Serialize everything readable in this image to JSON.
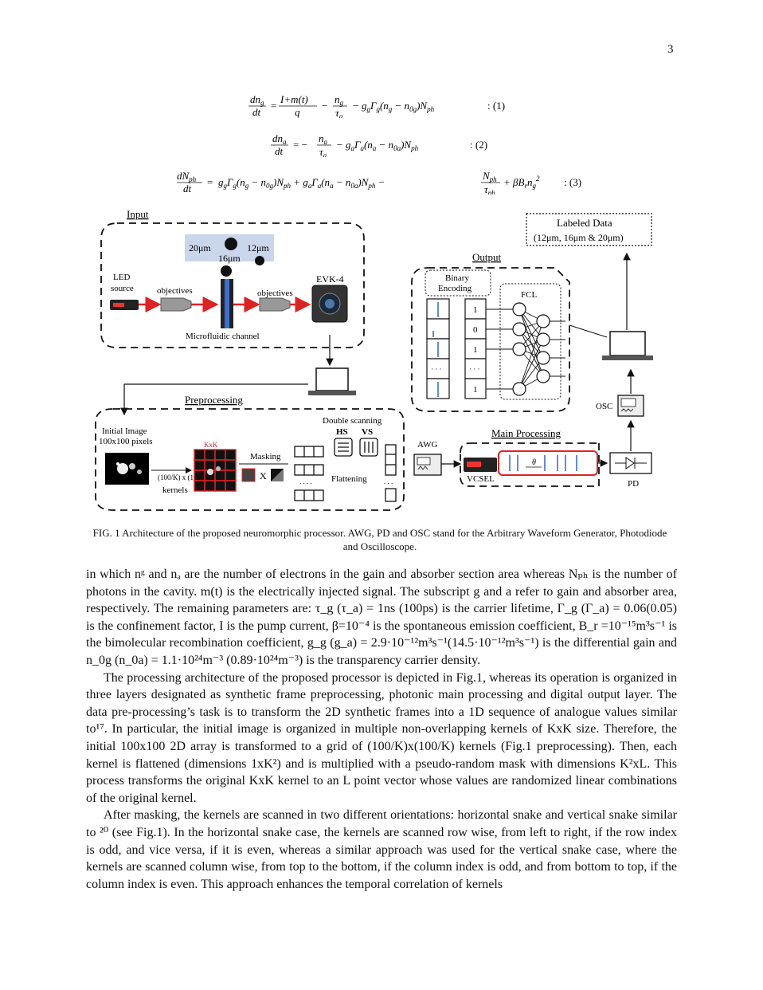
{
  "page_number": "3",
  "equations": [
    {
      "id": "eq1",
      "lhs": "dn_g/dt",
      "text": "(I+m(t))/q − n_g/τ_g − g_gΓ_g(n_g − n_0g)N_ph",
      "number": ": (1)"
    },
    {
      "id": "eq2",
      "lhs": "dn_a/dt",
      "text": "− n_a/τ_a − g_aΓ_a(n_a − n_0a)N_ph",
      "number": ": (2)"
    },
    {
      "id": "eq3",
      "lhs": "dN_ph/dt",
      "text": "g_gΓ_g(n_g − n_0g)N_ph + g_aΓ_a(n_a − n_0a)N_ph − N_ph/τ_ph + βB_r n_g²",
      "number": ": (3)"
    }
  ],
  "figure": {
    "input_title": "Input",
    "size_20": "20μm",
    "size_12": "12μm",
    "size_16": "16μm",
    "led_line1": "LED",
    "led_line2": "source",
    "objectives_left": "objectives",
    "objectives_right": "objectives",
    "evk": "EVK-4",
    "microfluidic": "Microfluidic channel",
    "labeled_line1": "Labeled Data",
    "labeled_line2": "(12μm, 16μm & 20μm)",
    "output_title": "Output",
    "binary_line1": "Binary",
    "binary_line2": "Encoding",
    "fcl": "FCL",
    "bits": [
      "1",
      "0",
      "1",
      "· · ·",
      "1"
    ],
    "vdots": "· · ·",
    "preprocessing_title": "Preprocessing",
    "initial_line1": "Initial Image",
    "initial_line2": "100x100 pixels",
    "kxk": "KxK",
    "kernels": "kernels",
    "masking": "Masking",
    "flattening": "Flattening",
    "double_scanning": "Double scanning",
    "hs": "HS",
    "vs": "VS",
    "awg": "AWG",
    "osc": "OSC",
    "main_title": "Main Processing",
    "vcsel": "VCSEL",
    "theta": "θ",
    "pd": "PD",
    "times": "X",
    "dots4": ". . . .",
    "dots3": ". . ."
  },
  "caption": "FIG. 1 Architecture of the proposed neuromorphic processor. AWG, PD and OSC stand for the Arbitrary Waveform Generator, Photodiode and Oscilloscope.",
  "paragraphs": [
    "in which nᵍ and nₐ are the number of electrons in the gain and absorber section area whereas Nₚₕ is the number of photons in the cavity. m(t) is the electrically injected signal. The subscript g and a refer to gain and absorber area, respectively. The remaining parameters are: τ_g (τ_a) = 1ns (100ps) is the carrier lifetime, Γ_g (Γ_a) = 0.06(0.05) is the confinement factor, I is the pump current, β=10⁻⁴ is the spontaneous emission coefficient, B_r =10⁻¹⁵m³s⁻¹ is the bimolecular recombination coefficient, g_g (g_a) = 2.9·10⁻¹²m³s⁻¹(14.5·10⁻¹²m³s⁻¹) is the differential gain and n_0g (n_0a) = 1.1·10²⁴m⁻³ (0.89·10²⁴m⁻³) is the transparency carrier density.",
    "The processing architecture of the proposed processor is depicted in Fig.1, whereas its operation is organized in three layers designated as synthetic frame preprocessing, photonic main processing and digital output layer. The data pre-processing’s task is to transform the 2D synthetic frames into a 1D sequence of analogue values similar to¹⁷. In particular, the initial image is organized in multiple non-overlapping kernels of KxK size. Therefore, the initial 100x100 2D array is transformed to a grid of (100/K)x(100/K) kernels (Fig.1 preprocessing). Then, each kernel is flattened (dimensions 1xK²) and is multiplied with a pseudo-random mask with dimensions K²xL. This process transforms the original KxK kernel to an L point vector whose values are randomized linear combinations of the original kernel.",
    "After masking, the kernels are scanned in two different orientations: horizontal snake and vertical snake similar to ²⁰ (see Fig.1). In the horizontal snake case, the kernels are scanned row wise, from left to right, if the row index is odd, and vice versa, if it is even, whereas a similar approach was used for the vertical snake case, where the kernels are scanned column wise, from top to the bottom, if the column index is odd, and from bottom to top, if the column index is even. This approach enhances the temporal correlation of kernels"
  ]
}
